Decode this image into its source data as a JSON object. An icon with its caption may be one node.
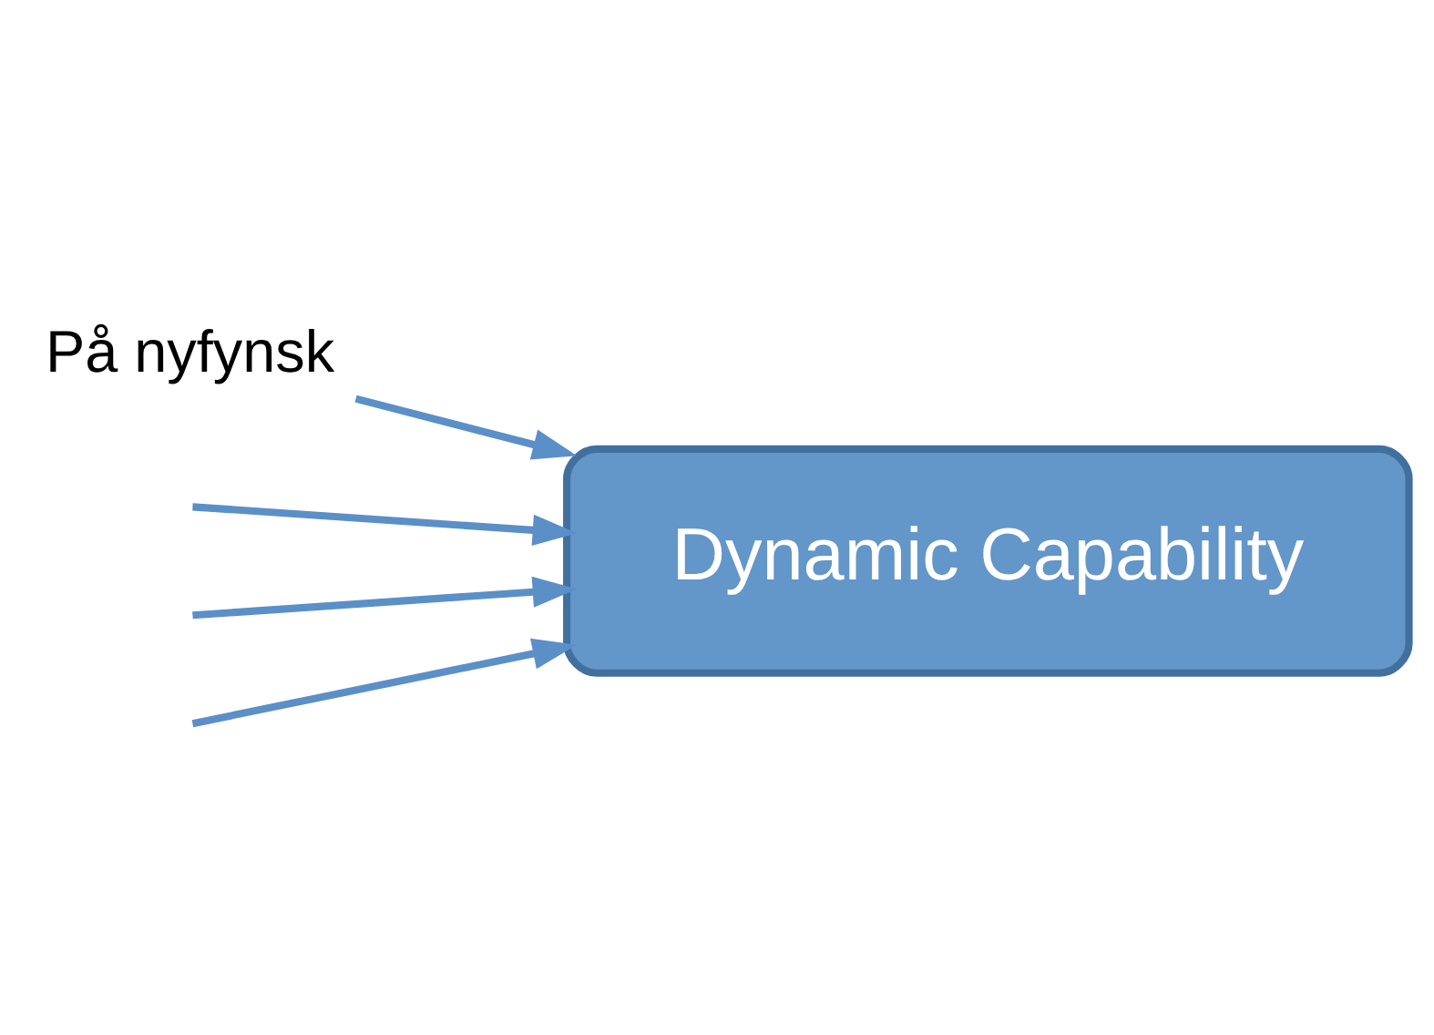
{
  "diagram": {
    "nodes": [
      {
        "text": [
          "Dynamic Capability"
        ]
      },
      {
        "text": [
          "På nyfynsk"
        ]
      }
    ],
    "edges": [
      {
        "from": null,
        "to": 0,
        "arrow": "to"
      },
      {
        "from": null,
        "to": 0,
        "arrow": "to"
      },
      {
        "from": null,
        "to": 0,
        "arrow": "to"
      },
      {
        "from": 1,
        "to": 0,
        "arrow": "to"
      }
    ]
  }
}
